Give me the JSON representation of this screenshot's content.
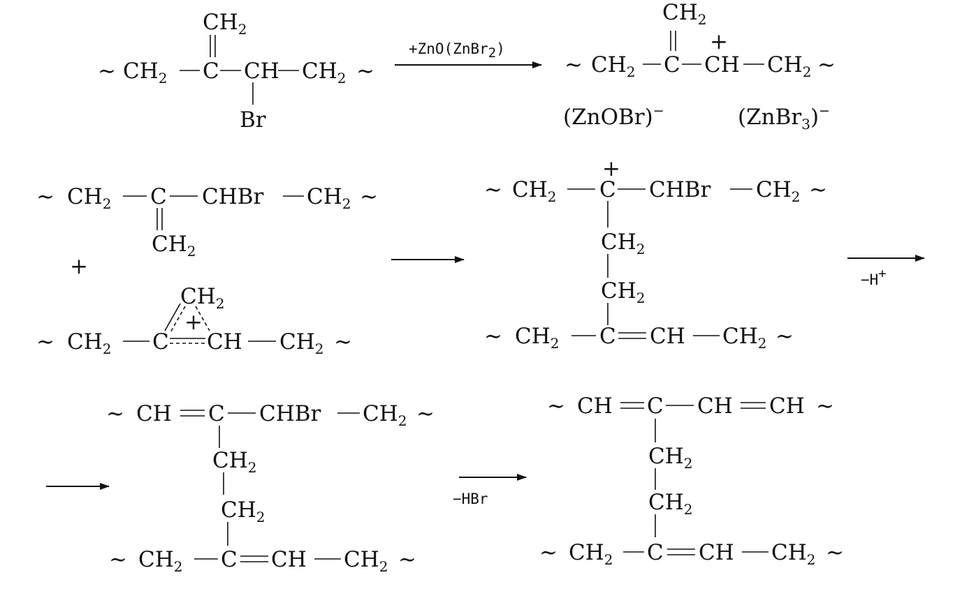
{
  "reagent_1": {
    "text": "+ZnO(ZnBr",
    "sub": "2",
    "close": ")"
  },
  "reagent_2": {
    "text": "−H",
    "sup": "+"
  },
  "reagent_3": {
    "text": "−HBr"
  },
  "plus": "+",
  "charge_plus": "+",
  "charge_minus": "−",
  "tilde": "∼",
  "ch2": {
    "main": "CH",
    "sub": "2"
  },
  "ch": "CH",
  "c": "C",
  "br": "Br",
  "chbr": "CHBr",
  "zno_br": "(ZnOBr)",
  "znbr3": {
    "main": "(ZnBr",
    "sub": "3",
    "close": ")"
  },
  "colors": {
    "ink": "#111111",
    "paper": "#ffffff"
  }
}
